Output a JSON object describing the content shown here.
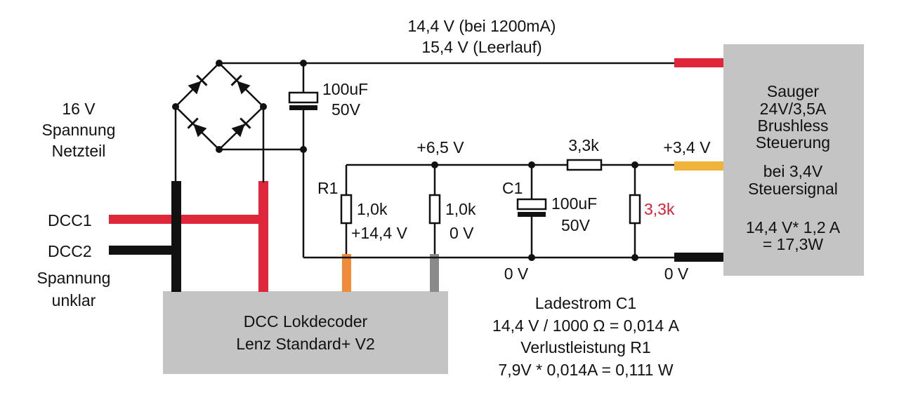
{
  "labels": {
    "top_voltage_line1": "14,4 V (bei 1200mA)",
    "top_voltage_line2": "15,4 V (Leerlauf)",
    "cap_top_value": "100uF",
    "cap_top_voltage": "50V",
    "netzteil_line1": "16 V",
    "netzteil_line2": "Spannung",
    "netzteil_line3": "Netzteil",
    "rail_plus_6_5": "+6,5 V",
    "resistor_3_3k_series": "3,3k",
    "rail_plus_3_4": "+3,4 V",
    "r1_label": "R1",
    "r1_value": "1,0k",
    "r1_voltage": "+14,4 V",
    "r2_value": "1,0k",
    "r2_voltage": "0 V",
    "c1_label": "C1",
    "c1_value": "100uF",
    "c1_voltage": "50V",
    "r4_value": "3,3k",
    "dcc1": "DCC1",
    "dcc2": "DCC2",
    "spannung_unklar_1": "Spannung",
    "spannung_unklar_2": "unklar",
    "zero_v_1": "0 V",
    "zero_v_2": "0 V"
  },
  "sauger_box": {
    "line1": "Sauger",
    "line2": "24V/3,5A",
    "line3": "Brushless",
    "line4": "Steuerung",
    "line5": "bei 3,4V",
    "line6": "Steuersignal",
    "line7": "14,4 V* 1,2 A",
    "line8": "= 17,3W"
  },
  "decoder_box": {
    "line1": "DCC Lokdecoder",
    "line2": "Lenz Standard+ V2"
  },
  "notes": {
    "line1": "Ladestrom C1",
    "line2": "14,4 V / 1000 Ω = 0,014 A",
    "line3": "Verlustleistung R1",
    "line4": "7,9V * 0,014A = 0,111 W"
  },
  "colors": {
    "red": "#e0273a",
    "black": "#111111",
    "yellow": "#f0b43c",
    "orange": "#ee8c3a",
    "gray_wire": "#8a8a8a",
    "box_fill": "#c4c4c4",
    "red_text": "#d62035"
  }
}
